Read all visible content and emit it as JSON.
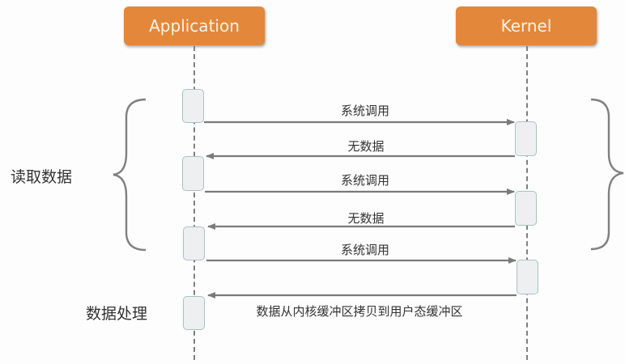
{
  "diagram": {
    "title": "Blocking-free polling read sequence",
    "actors": [
      {
        "id": "application",
        "label": "Application",
        "color": "#e3873a"
      },
      {
        "id": "kernel",
        "label": "Kernel",
        "color": "#e3873a"
      }
    ],
    "messages": [
      {
        "from": "application",
        "to": "kernel",
        "label": "系统调用"
      },
      {
        "from": "kernel",
        "to": "application",
        "label": "无数据"
      },
      {
        "from": "application",
        "to": "kernel",
        "label": "系统调用"
      },
      {
        "from": "kernel",
        "to": "application",
        "label": "无数据"
      },
      {
        "from": "application",
        "to": "kernel",
        "label": "系统调用"
      },
      {
        "from": "kernel",
        "to": "application",
        "label": "数据从内核缓冲区拷贝到用户态缓冲区"
      }
    ],
    "phases": [
      {
        "label": "读取数据",
        "bracket": "left-brace",
        "covers_messages": [
          0,
          1,
          2,
          3
        ]
      },
      {
        "label": "数据处理",
        "bracket": "none"
      }
    ],
    "right_bracket": {
      "bracket": "right-brace"
    }
  },
  "colors": {
    "actor_fill": "#e3873a",
    "actor_text": "#fdf3e6",
    "arrow": "#7a7a7a",
    "activation_fill": "#eeeff1",
    "activation_border": "#a7c4bd",
    "text": "#333333"
  }
}
